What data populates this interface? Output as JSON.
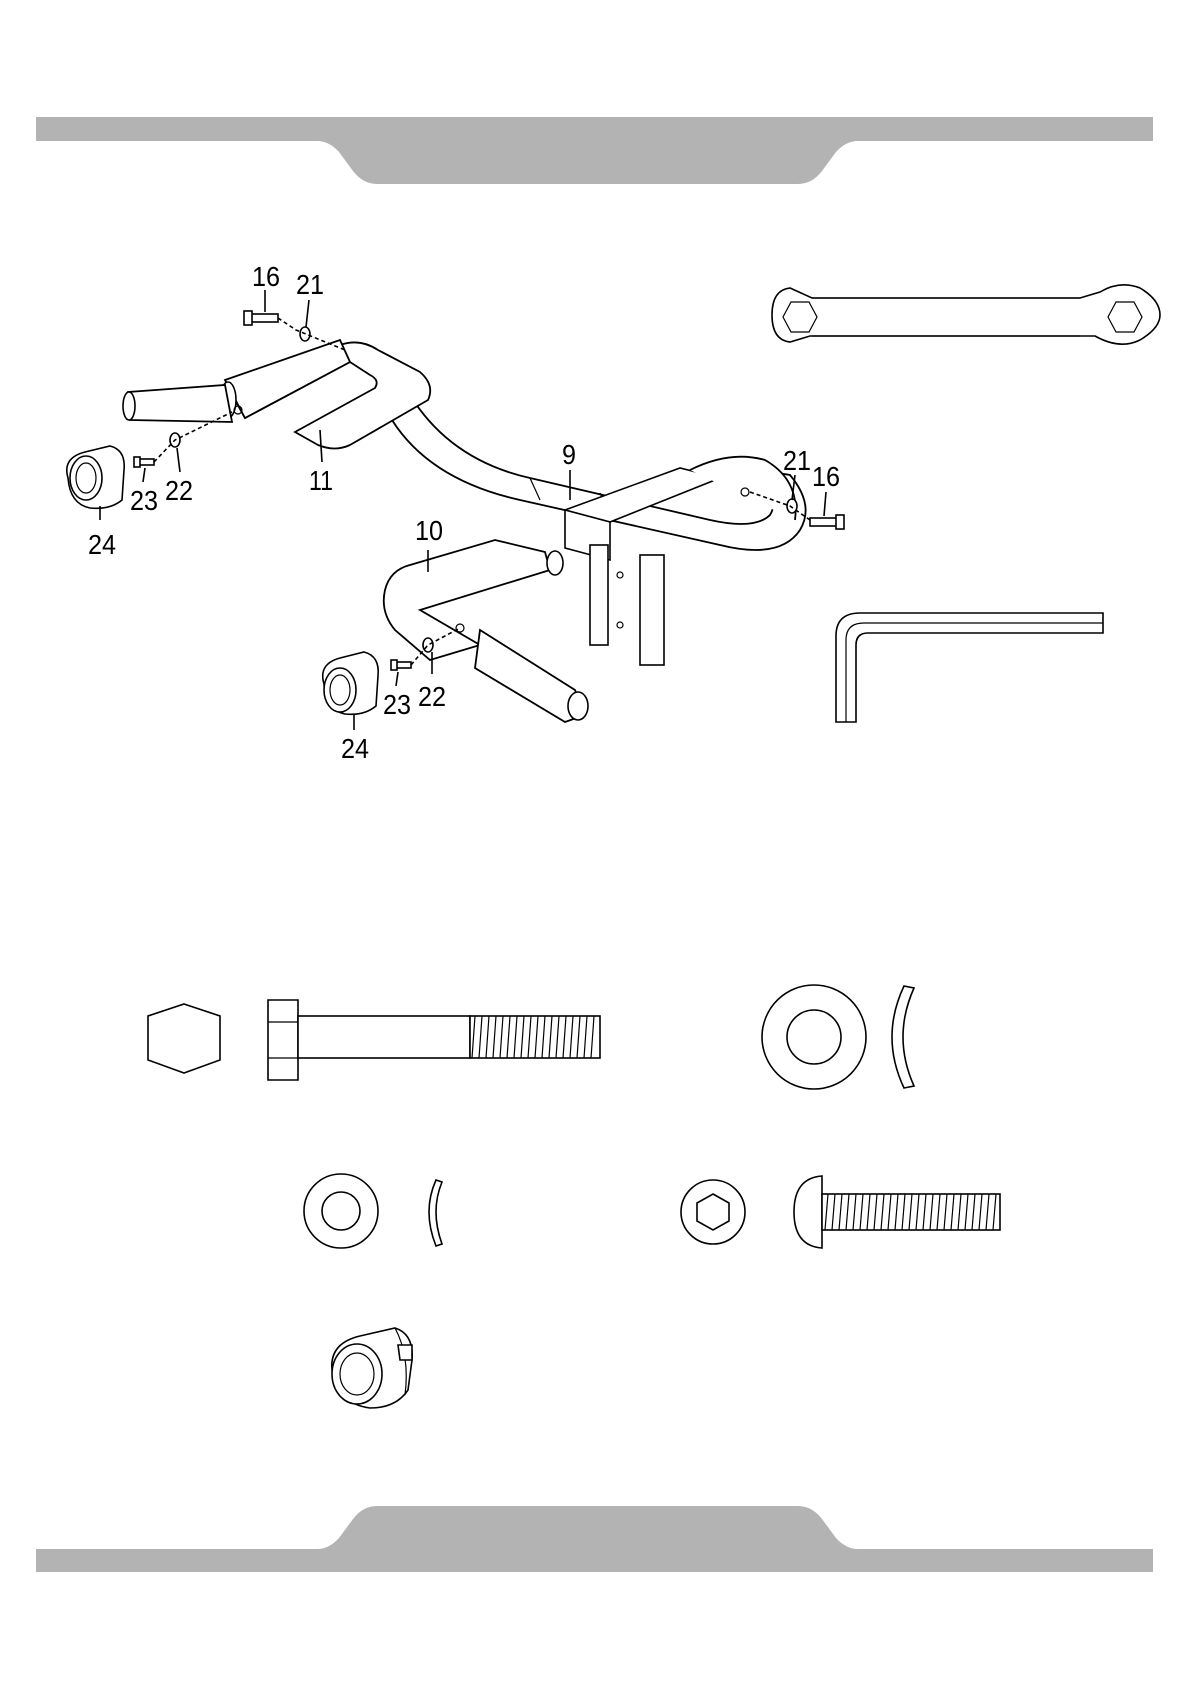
{
  "colors": {
    "band": "#b3b3b3",
    "line": "#000000",
    "paper": "#ffffff"
  },
  "callouts": {
    "c16a": "16",
    "c21a": "21",
    "c11": "11",
    "c22a": "22",
    "c23a": "23",
    "c24a": "24",
    "c9": "9",
    "c21b": "21",
    "c16b": "16",
    "c10": "10",
    "c23b": "23",
    "c22b": "22",
    "c24b": "24"
  },
  "icons": {
    "wrench": "double-hex-wrench-icon",
    "allen_key": "allen-key-icon",
    "hex_bolt": "hex-bolt-icon",
    "large_washer": "large-washer-icon",
    "small_washer": "small-washer-icon",
    "button_screw": "button-head-screw-icon",
    "end_cap": "end-cap-icon"
  }
}
